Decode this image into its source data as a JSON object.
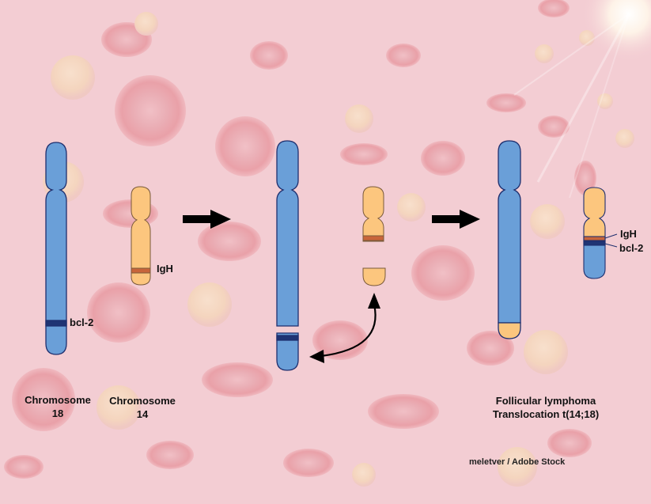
{
  "colors": {
    "background": "#f3cdd3",
    "chr18_blue": "#6a9fd8",
    "chr14_orange": "#fcc67e",
    "outline": "#1e2f6e",
    "bcl2_band": "#1f3474",
    "igh_band": "#c8653a",
    "arrow": "#000000",
    "rbc": "#d9555d",
    "glow": "#f4e6a8"
  },
  "labels": {
    "chr18_line1": "Chromosome",
    "chr18_line2": "18",
    "chr14_line1": "Chromosome",
    "chr14_line2": "14",
    "result_line1": "Follicular lymphoma",
    "result_line2": "Translocation t(14;18)"
  },
  "bands": {
    "bcl2": "bcl-2",
    "igh": "IgH",
    "result_igh": "IgH",
    "result_bcl2": "bcl-2"
  },
  "credit": "meletver / Adobe Stock",
  "icons": [
    "red-blood-cell-icon",
    "yellow-cell-icon",
    "right-arrow-icon",
    "curved-double-arrow-icon",
    "light-glow-icon"
  ]
}
